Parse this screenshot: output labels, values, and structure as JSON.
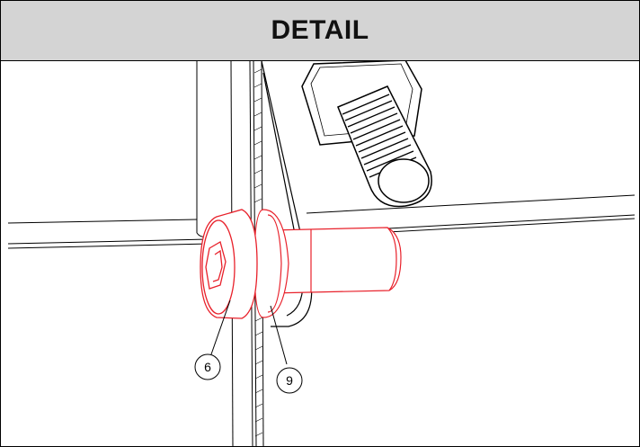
{
  "header": {
    "title": "DETAIL"
  },
  "callouts": [
    {
      "label": "6",
      "part": "socket-head-cap-screw"
    },
    {
      "label": "9",
      "part": "washer"
    }
  ],
  "colors": {
    "header_background": "#d4d4d4",
    "line": "#000000",
    "highlight": "#e8202a",
    "background": "#ffffff"
  }
}
